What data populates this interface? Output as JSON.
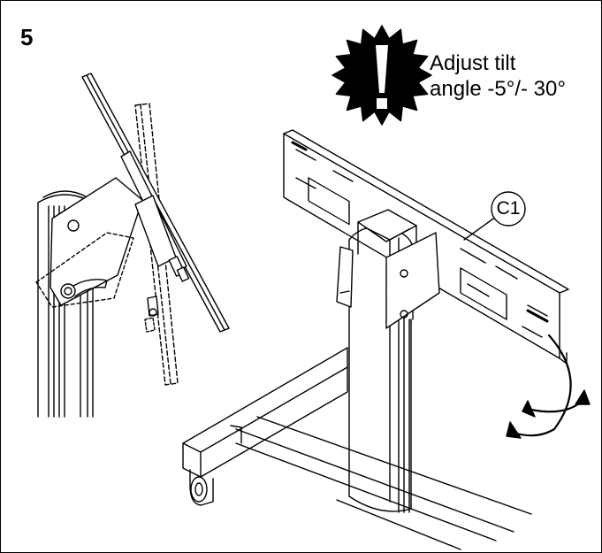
{
  "step": {
    "number": "5"
  },
  "warning": {
    "icon": "exclamation-burst-icon",
    "line1": "Adjust tilt",
    "line2": "angle -5°/- 30°"
  },
  "callout": {
    "label": "C1"
  },
  "colors": {
    "ink": "#000000",
    "paper": "#ffffff"
  }
}
